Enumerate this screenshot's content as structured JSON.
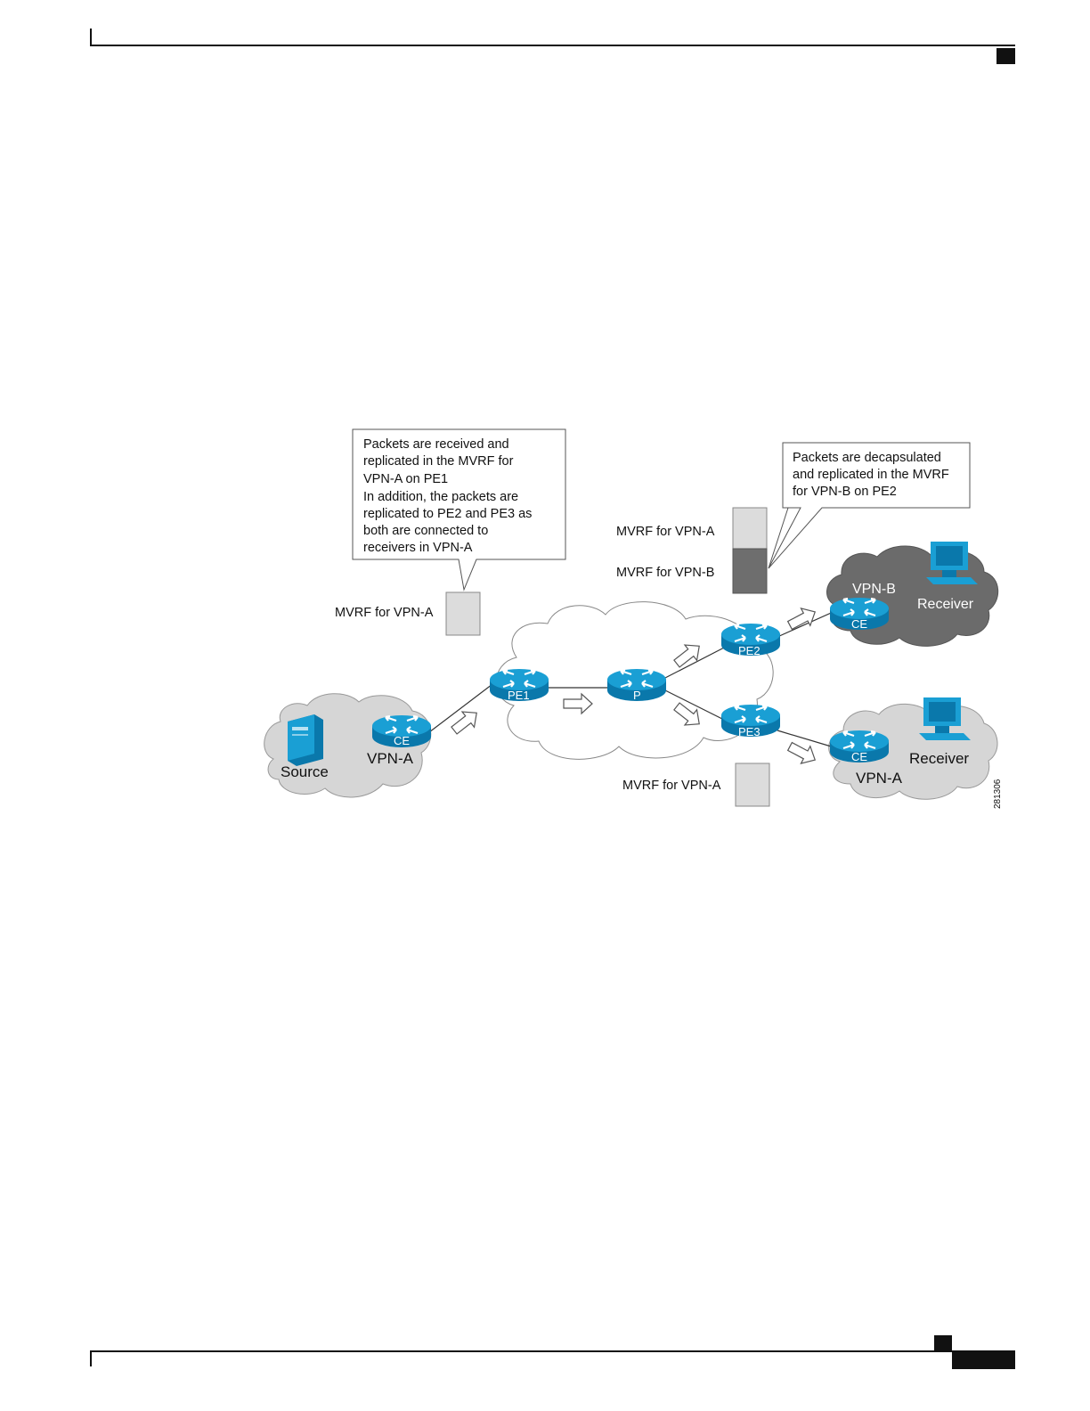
{
  "diagram": {
    "callout_pe1": [
      "Packets are received and",
      "replicated in the MVRF for",
      "VPN-A on PE1",
      "In addition, the packets are",
      "replicated to PE2 and PE3 as",
      "both are connected to",
      "receivers in VPN-A"
    ],
    "callout_pe2": [
      "Packets are decapsulated",
      "and replicated in the MVRF",
      "for VPN-B on PE2"
    ],
    "mvrf_pe1": "MVRF for VPN-A",
    "mvrf_pe2_a": "MVRF for VPN-A",
    "mvrf_pe2_b": "MVRF for VPN-B",
    "mvrf_pe3": "MVRF for VPN-A",
    "routers": {
      "pe1": "PE1",
      "p": "P",
      "pe2": "PE2",
      "pe3": "PE3",
      "ce_source": "CE",
      "ce_vpnb": "CE",
      "ce_vpna": "CE"
    },
    "source_label": "Source",
    "source_vpn": "VPN-A",
    "vpnb_label": "VPN-B",
    "vpnb_receiver": "Receiver",
    "vpna_receiver": "Receiver",
    "vpna_label": "VPN-A",
    "figure_id": "281306",
    "colors": {
      "router": "#1a9fd4",
      "router_dark": "#0a78ab",
      "cloud_light": "#d9d9d9",
      "cloud_dark": "#6b6b6b",
      "mvrf_light": "#dcdcdc",
      "mvrf_dark": "#6e6e6e"
    }
  }
}
